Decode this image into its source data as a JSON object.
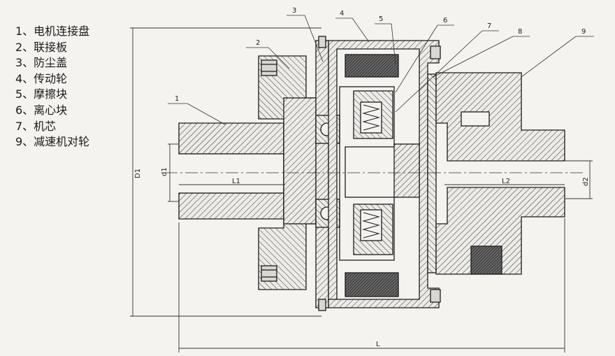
{
  "legend": [
    {
      "text": "1、电机连接盘"
    },
    {
      "text": "2、联接板"
    },
    {
      "text": "3、防尘盖"
    },
    {
      "text": "4、传动轮"
    },
    {
      "text": "5、摩擦块"
    },
    {
      "text": "6、离心块"
    },
    {
      "text": "7、机芯"
    },
    {
      "text": "9、减速机对轮"
    }
  ],
  "callouts": [
    "1",
    "2",
    "3",
    "4",
    "5",
    "6",
    "7",
    "8",
    "9"
  ],
  "dimensions": {
    "d1": "d1",
    "d2": "d2",
    "D1": "D1",
    "L1": "L1",
    "L2": "L2",
    "L": "L"
  }
}
